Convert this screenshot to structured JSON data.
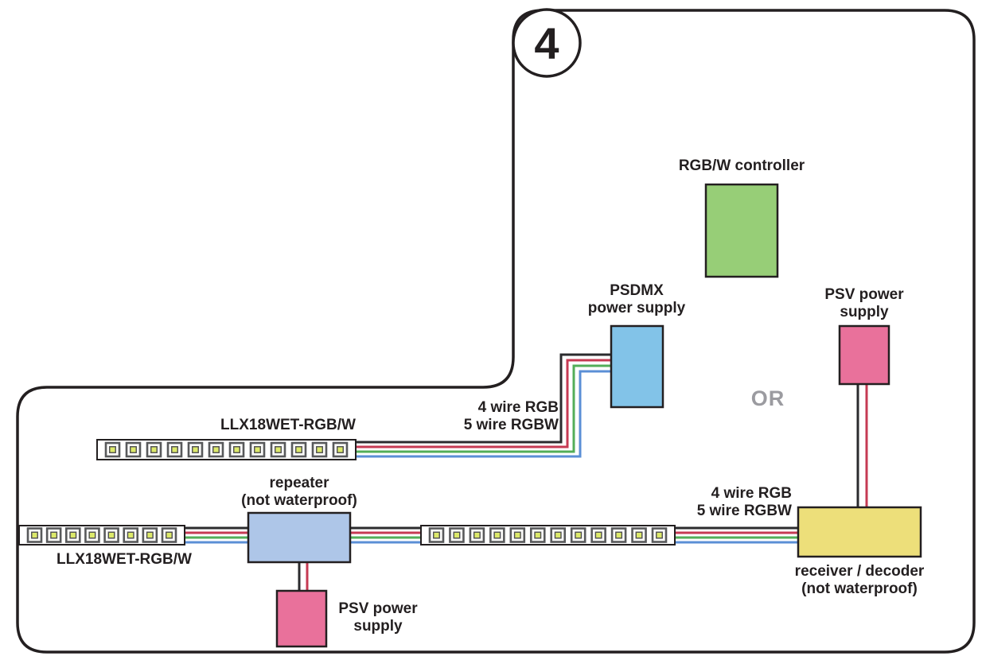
{
  "figure_number": "4",
  "colors": {
    "outline": "#231F20",
    "controller_fill": "#97CE77",
    "psdmx_fill": "#82C3E8",
    "psv_fill": "#E9719B",
    "repeater_fill": "#AEC6E8",
    "receiver_fill": "#EDDF7A",
    "wire_black": "#2B2B2E",
    "wire_red": "#C63A53",
    "wire_green": "#53AE58",
    "wire_blue": "#5B8FD6",
    "or_gray": "#9B9BA0",
    "led_center": "#DCE96A"
  },
  "labels": {
    "controller": "RGB/W controller",
    "psdmx_line1": "PSDMX",
    "psdmx_line2": "power supply",
    "psv_top_line1": "PSV power",
    "psv_top_line2": "supply",
    "or": "OR",
    "strip_top": "LLX18WET-RGB/W",
    "strip_bottom": "LLX18WET-RGB/W",
    "wire_mid_line1": "4 wire RGB",
    "wire_mid_line2": "5 wire RGBW",
    "wire_right_line1": "4 wire RGB",
    "wire_right_line2": "5 wire RGBW",
    "repeater_line1": "repeater",
    "repeater_line2": "(not waterproof)",
    "psv_bottom_line1": "PSV power",
    "psv_bottom_line2": "supply",
    "receiver_line1": "receiver / decoder",
    "receiver_line2": "(not waterproof)"
  },
  "strips": [
    {
      "name": "top",
      "led_count": 12
    },
    {
      "name": "bottom-left",
      "led_count": 8
    },
    {
      "name": "bottom-middle",
      "led_count": 12
    }
  ]
}
